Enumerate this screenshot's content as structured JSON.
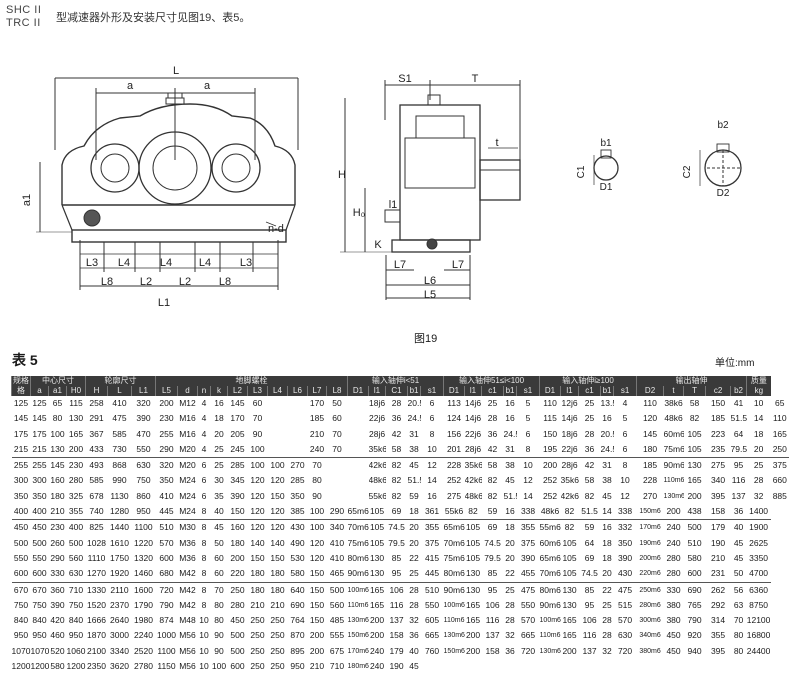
{
  "header": {
    "models": [
      "SHC II",
      "TRC II"
    ],
    "caption": "型减速器外形及安装尺寸见图19、表5。"
  },
  "drawing": {
    "front_labels": {
      "L": "L",
      "a_left": "a",
      "a_right": "a",
      "a1": "a1",
      "n_d": "n-d",
      "L1": "L1",
      "L3": "L3",
      "L4": "L4",
      "L2": "L2",
      "L8": "L8"
    },
    "side_labels": {
      "S1": "S1",
      "T": "T",
      "H": "H",
      "H0": "H₀",
      "l1": "l1",
      "K": "K",
      "L7": "L7",
      "L6": "L6",
      "L5": "L5",
      "t": "t"
    },
    "shaft_labels": {
      "b1": "b1",
      "C1": "C1",
      "D1": "D1",
      "b2": "b2",
      "C2": "C2",
      "D2": "D2"
    },
    "figure_caption": "图19"
  },
  "table": {
    "title": "表 5",
    "unit": "单位:mm",
    "groups": [
      "规格",
      "中心尺寸",
      "轮廓尺寸",
      "地脚螺栓",
      "输入轴伸i<51",
      "输入轴伸51≤i<100",
      "输入轴伸i≥100",
      "输出轴伸",
      "质量"
    ],
    "columns": [
      "格",
      "a",
      "a1",
      "H0",
      "H",
      "L",
      "L1",
      "L5",
      "d",
      "n",
      "k",
      "L2",
      "L3",
      "L4",
      "L6",
      "L7",
      "L8",
      "D1",
      "l1",
      "C1",
      "b1",
      "s1",
      "D1",
      "l1",
      "c1",
      "b1",
      "s1",
      "D1",
      "l1",
      "c1",
      "b1",
      "s1",
      "D2",
      "t",
      "T",
      "c2",
      "b2",
      "kg"
    ],
    "rows": [
      [
        "125",
        "125",
        "65",
        "115",
        "258",
        "410",
        "320",
        "200",
        "M12",
        "4",
        "16",
        "145",
        "60",
        "",
        "",
        "170",
        "50",
        "",
        "18j6",
        "28",
        "20.5",
        "6",
        "113",
        "14j6",
        "25",
        "16",
        "5",
        "110",
        "12j6",
        "25",
        "13.5",
        "4",
        "110",
        "38k6",
        "58",
        "150",
        "41",
        "10",
        "65"
      ],
      [
        "145",
        "145",
        "80",
        "130",
        "291",
        "475",
        "390",
        "230",
        "M16",
        "4",
        "18",
        "170",
        "70",
        "",
        "",
        "185",
        "60",
        "",
        "22j6",
        "36",
        "24.5",
        "6",
        "124",
        "14j6",
        "28",
        "16",
        "5",
        "115",
        "14j6",
        "25",
        "16",
        "5",
        "120",
        "48k6",
        "82",
        "185",
        "51.5",
        "14",
        "110"
      ],
      [
        "175",
        "175",
        "100",
        "165",
        "367",
        "585",
        "470",
        "255",
        "M16",
        "4",
        "20",
        "205",
        "90",
        "",
        "",
        "210",
        "70",
        "",
        "28j6",
        "42",
        "31",
        "8",
        "156",
        "22j6",
        "36",
        "24.5",
        "6",
        "150",
        "18j6",
        "28",
        "20.5",
        "6",
        "145",
        "60m6",
        "105",
        "223",
        "64",
        "18",
        "165"
      ],
      [
        "215",
        "215",
        "130",
        "200",
        "433",
        "730",
        "550",
        "290",
        "M20",
        "4",
        "25",
        "245",
        "100",
        "",
        "",
        "240",
        "70",
        "",
        "35k6",
        "58",
        "38",
        "10",
        "201",
        "28j6",
        "42",
        "31",
        "8",
        "195",
        "22j6",
        "36",
        "24.5",
        "6",
        "180",
        "75m6",
        "105",
        "235",
        "79.5",
        "20",
        "250"
      ],
      [
        "255",
        "255",
        "145",
        "230",
        "493",
        "868",
        "630",
        "320",
        "M20",
        "6",
        "25",
        "285",
        "100",
        "100",
        "270",
        "70",
        "",
        "",
        "42k6",
        "82",
        "45",
        "12",
        "228",
        "35k6",
        "58",
        "38",
        "10",
        "200",
        "28j6",
        "42",
        "31",
        "8",
        "185",
        "90m6",
        "130",
        "275",
        "95",
        "25",
        "375"
      ],
      [
        "300",
        "300",
        "160",
        "280",
        "585",
        "990",
        "750",
        "350",
        "M24",
        "6",
        "30",
        "345",
        "120",
        "120",
        "285",
        "80",
        "",
        "",
        "48k6",
        "82",
        "51.5",
        "14",
        "252",
        "42k6",
        "82",
        "45",
        "12",
        "252",
        "35k6",
        "58",
        "38",
        "10",
        "228",
        "110m6",
        "165",
        "340",
        "116",
        "28",
        "660"
      ],
      [
        "350",
        "350",
        "180",
        "325",
        "678",
        "1130",
        "860",
        "410",
        "M24",
        "6",
        "35",
        "390",
        "120",
        "150",
        "350",
        "90",
        "",
        "",
        "55k6",
        "82",
        "59",
        "16",
        "275",
        "48k6",
        "82",
        "51.5",
        "14",
        "252",
        "42k6",
        "82",
        "45",
        "12",
        "270",
        "130m6",
        "200",
        "395",
        "137",
        "32",
        "885"
      ],
      [
        "400",
        "400",
        "210",
        "355",
        "740",
        "1280",
        "950",
        "445",
        "M24",
        "8",
        "40",
        "150",
        "120",
        "120",
        "385",
        "100",
        "290",
        "65m6",
        "105",
        "69",
        "18",
        "361",
        "55k6",
        "82",
        "59",
        "16",
        "338",
        "48k6",
        "82",
        "51.5",
        "14",
        "338",
        "150m6",
        "200",
        "438",
        "158",
        "36",
        "1400"
      ],
      [
        "450",
        "450",
        "230",
        "400",
        "825",
        "1440",
        "1100",
        "510",
        "M30",
        "8",
        "45",
        "160",
        "120",
        "120",
        "430",
        "100",
        "340",
        "70m6",
        "105",
        "74.5",
        "20",
        "355",
        "65m6",
        "105",
        "69",
        "18",
        "355",
        "55m6",
        "82",
        "59",
        "16",
        "332",
        "170m6",
        "240",
        "500",
        "179",
        "40",
        "1900"
      ],
      [
        "500",
        "500",
        "260",
        "500",
        "1028",
        "1610",
        "1220",
        "570",
        "M36",
        "8",
        "50",
        "180",
        "140",
        "140",
        "490",
        "120",
        "410",
        "75m6",
        "105",
        "79.5",
        "20",
        "375",
        "70m6",
        "105",
        "74.5",
        "20",
        "375",
        "60m6",
        "105",
        "64",
        "18",
        "350",
        "190m6",
        "240",
        "510",
        "190",
        "45",
        "2625"
      ],
      [
        "550",
        "550",
        "290",
        "560",
        "1110",
        "1750",
        "1320",
        "600",
        "M36",
        "8",
        "60",
        "200",
        "150",
        "150",
        "530",
        "120",
        "410",
        "80m6",
        "130",
        "85",
        "22",
        "415",
        "75m6",
        "105",
        "79.5",
        "20",
        "390",
        "65m6",
        "105",
        "69",
        "18",
        "390",
        "200m6",
        "280",
        "580",
        "210",
        "45",
        "3350"
      ],
      [
        "600",
        "600",
        "330",
        "630",
        "1270",
        "1920",
        "1460",
        "680",
        "M42",
        "8",
        "60",
        "220",
        "180",
        "180",
        "580",
        "150",
        "465",
        "90m6",
        "130",
        "95",
        "25",
        "445",
        "80m6",
        "130",
        "85",
        "22",
        "455",
        "70m6",
        "105",
        "74.5",
        "20",
        "430",
        "220m6",
        "280",
        "600",
        "231",
        "50",
        "4700"
      ],
      [
        "670",
        "670",
        "360",
        "710",
        "1330",
        "2110",
        "1600",
        "720",
        "M42",
        "8",
        "70",
        "250",
        "180",
        "180",
        "640",
        "150",
        "500",
        "100m6",
        "165",
        "106",
        "28",
        "510",
        "90m6",
        "130",
        "95",
        "25",
        "475",
        "80m6",
        "130",
        "85",
        "22",
        "475",
        "250m6",
        "330",
        "690",
        "262",
        "56",
        "6360"
      ],
      [
        "750",
        "750",
        "390",
        "750",
        "1520",
        "2370",
        "1790",
        "790",
        "M42",
        "8",
        "80",
        "280",
        "210",
        "210",
        "690",
        "150",
        "560",
        "110m6",
        "165",
        "116",
        "28",
        "550",
        "100m6",
        "165",
        "106",
        "28",
        "550",
        "90m6",
        "130",
        "95",
        "25",
        "515",
        "280m6",
        "380",
        "765",
        "292",
        "63",
        "8750"
      ],
      [
        "840",
        "840",
        "420",
        "840",
        "1666",
        "2640",
        "1980",
        "874",
        "M48",
        "10",
        "80",
        "450",
        "250",
        "250",
        "764",
        "150",
        "485",
        "130m6",
        "200",
        "137",
        "32",
        "605",
        "110m6",
        "165",
        "116",
        "28",
        "570",
        "100m6",
        "165",
        "106",
        "28",
        "570",
        "300m6",
        "380",
        "790",
        "314",
        "70",
        "12100"
      ],
      [
        "950",
        "950",
        "460",
        "950",
        "1870",
        "3000",
        "2240",
        "1000",
        "M56",
        "10",
        "90",
        "500",
        "250",
        "250",
        "870",
        "200",
        "555",
        "150m6",
        "200",
        "158",
        "36",
        "665",
        "130m6",
        "200",
        "137",
        "32",
        "665",
        "110m6",
        "165",
        "116",
        "28",
        "630",
        "340m6",
        "450",
        "920",
        "355",
        "80",
        "16800"
      ],
      [
        "1070",
        "1070",
        "520",
        "1060",
        "2100",
        "3340",
        "2520",
        "1100",
        "M56",
        "10",
        "90",
        "500",
        "250",
        "250",
        "895",
        "200",
        "675",
        "170m6",
        "240",
        "179",
        "40",
        "760",
        "150m6",
        "200",
        "158",
        "36",
        "720",
        "130m6",
        "200",
        "137",
        "32",
        "720",
        "380m6",
        "450",
        "940",
        "395",
        "80",
        "24400"
      ],
      [
        "1200",
        "1200",
        "580",
        "1200",
        "2350",
        "3620",
        "2780",
        "1150",
        "M56",
        "10",
        "100",
        "600",
        "250",
        "250",
        "950",
        "210",
        "710",
        "180m6",
        "240",
        "190",
        "45",
        "",
        "",
        "",
        "",
        "",
        "",
        "",
        "",
        "",
        "",
        "",
        "",
        "",
        "",
        "",
        "",
        "",
        ""
      ]
    ]
  }
}
